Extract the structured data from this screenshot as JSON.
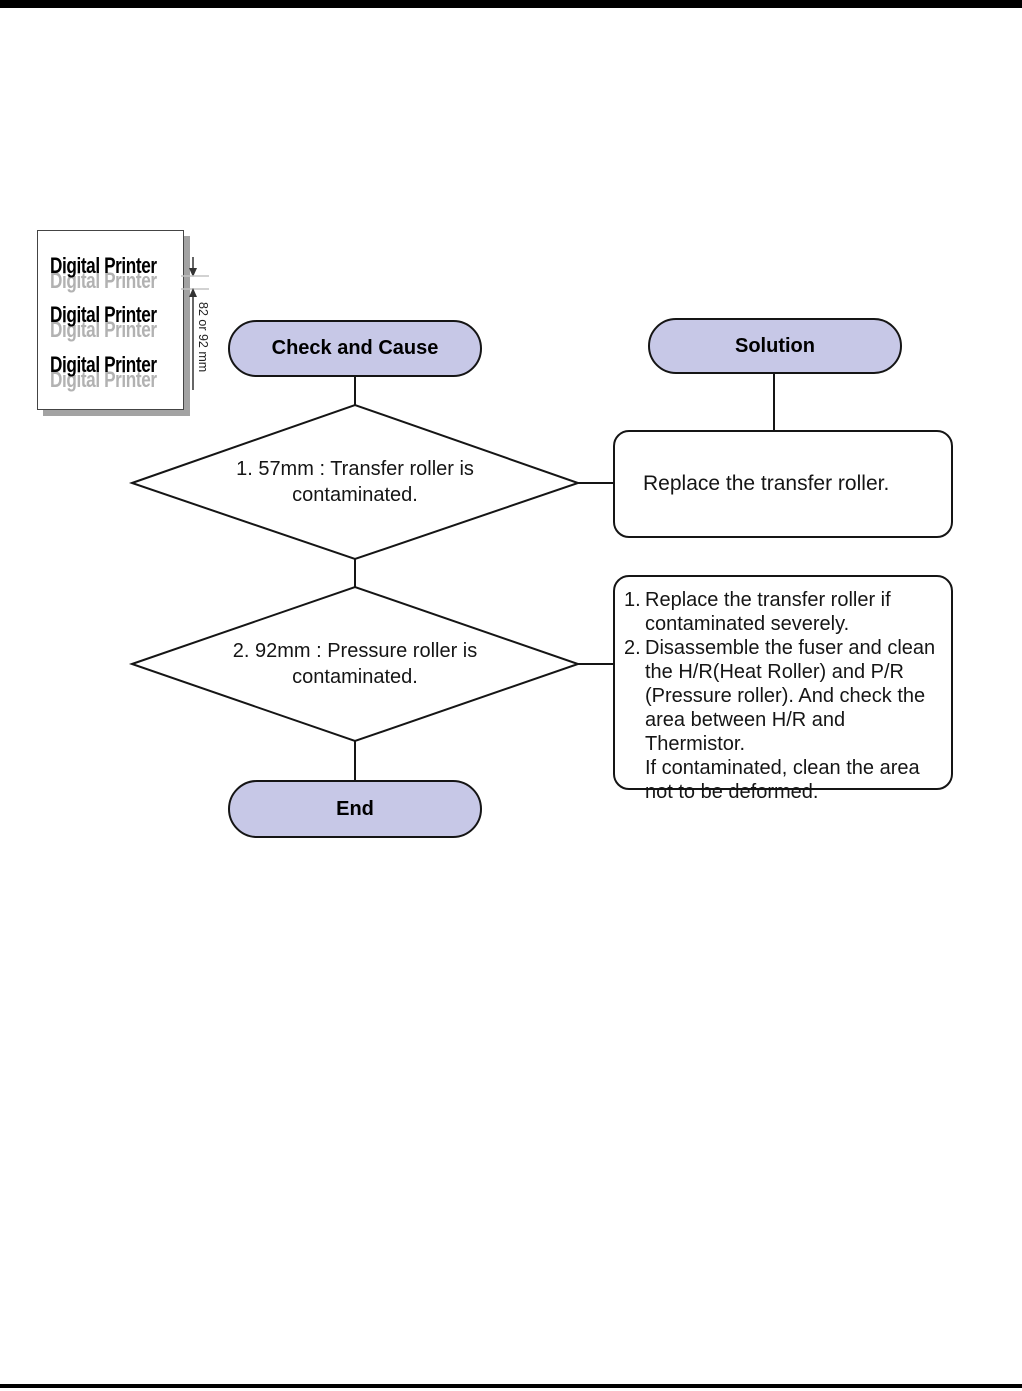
{
  "sample_figure": {
    "lines": [
      "Digital Printer",
      "Digital Printer",
      "Digital Printer"
    ],
    "dimension_label": "82 or 92 mm"
  },
  "flowchart": {
    "check_header": "Check and Cause",
    "solution_header": "Solution",
    "end_label": "End",
    "checks": [
      {
        "text": "1. 57mm : Transfer roller is\ncontaminated."
      },
      {
        "text": "2. 92mm : Pressure roller is\ncontaminated."
      }
    ],
    "solutions": [
      {
        "text": "Replace the transfer roller."
      },
      {
        "items": [
          {
            "marker": "1.",
            "text": "Replace the transfer roller if\ncontaminated severely."
          },
          {
            "marker": "2.",
            "text": "Disassemble the fuser and clean\nthe H/R(Heat Roller) and P/R\n(Pressure roller). And check the\narea between H/R and Thermistor.\nIf contaminated, clean the area\nnot to be deformed."
          }
        ]
      }
    ]
  },
  "colors": {
    "node_fill": "#c7c8e7",
    "outline": "#151515",
    "ghost_text": "#b2b2b2"
  }
}
